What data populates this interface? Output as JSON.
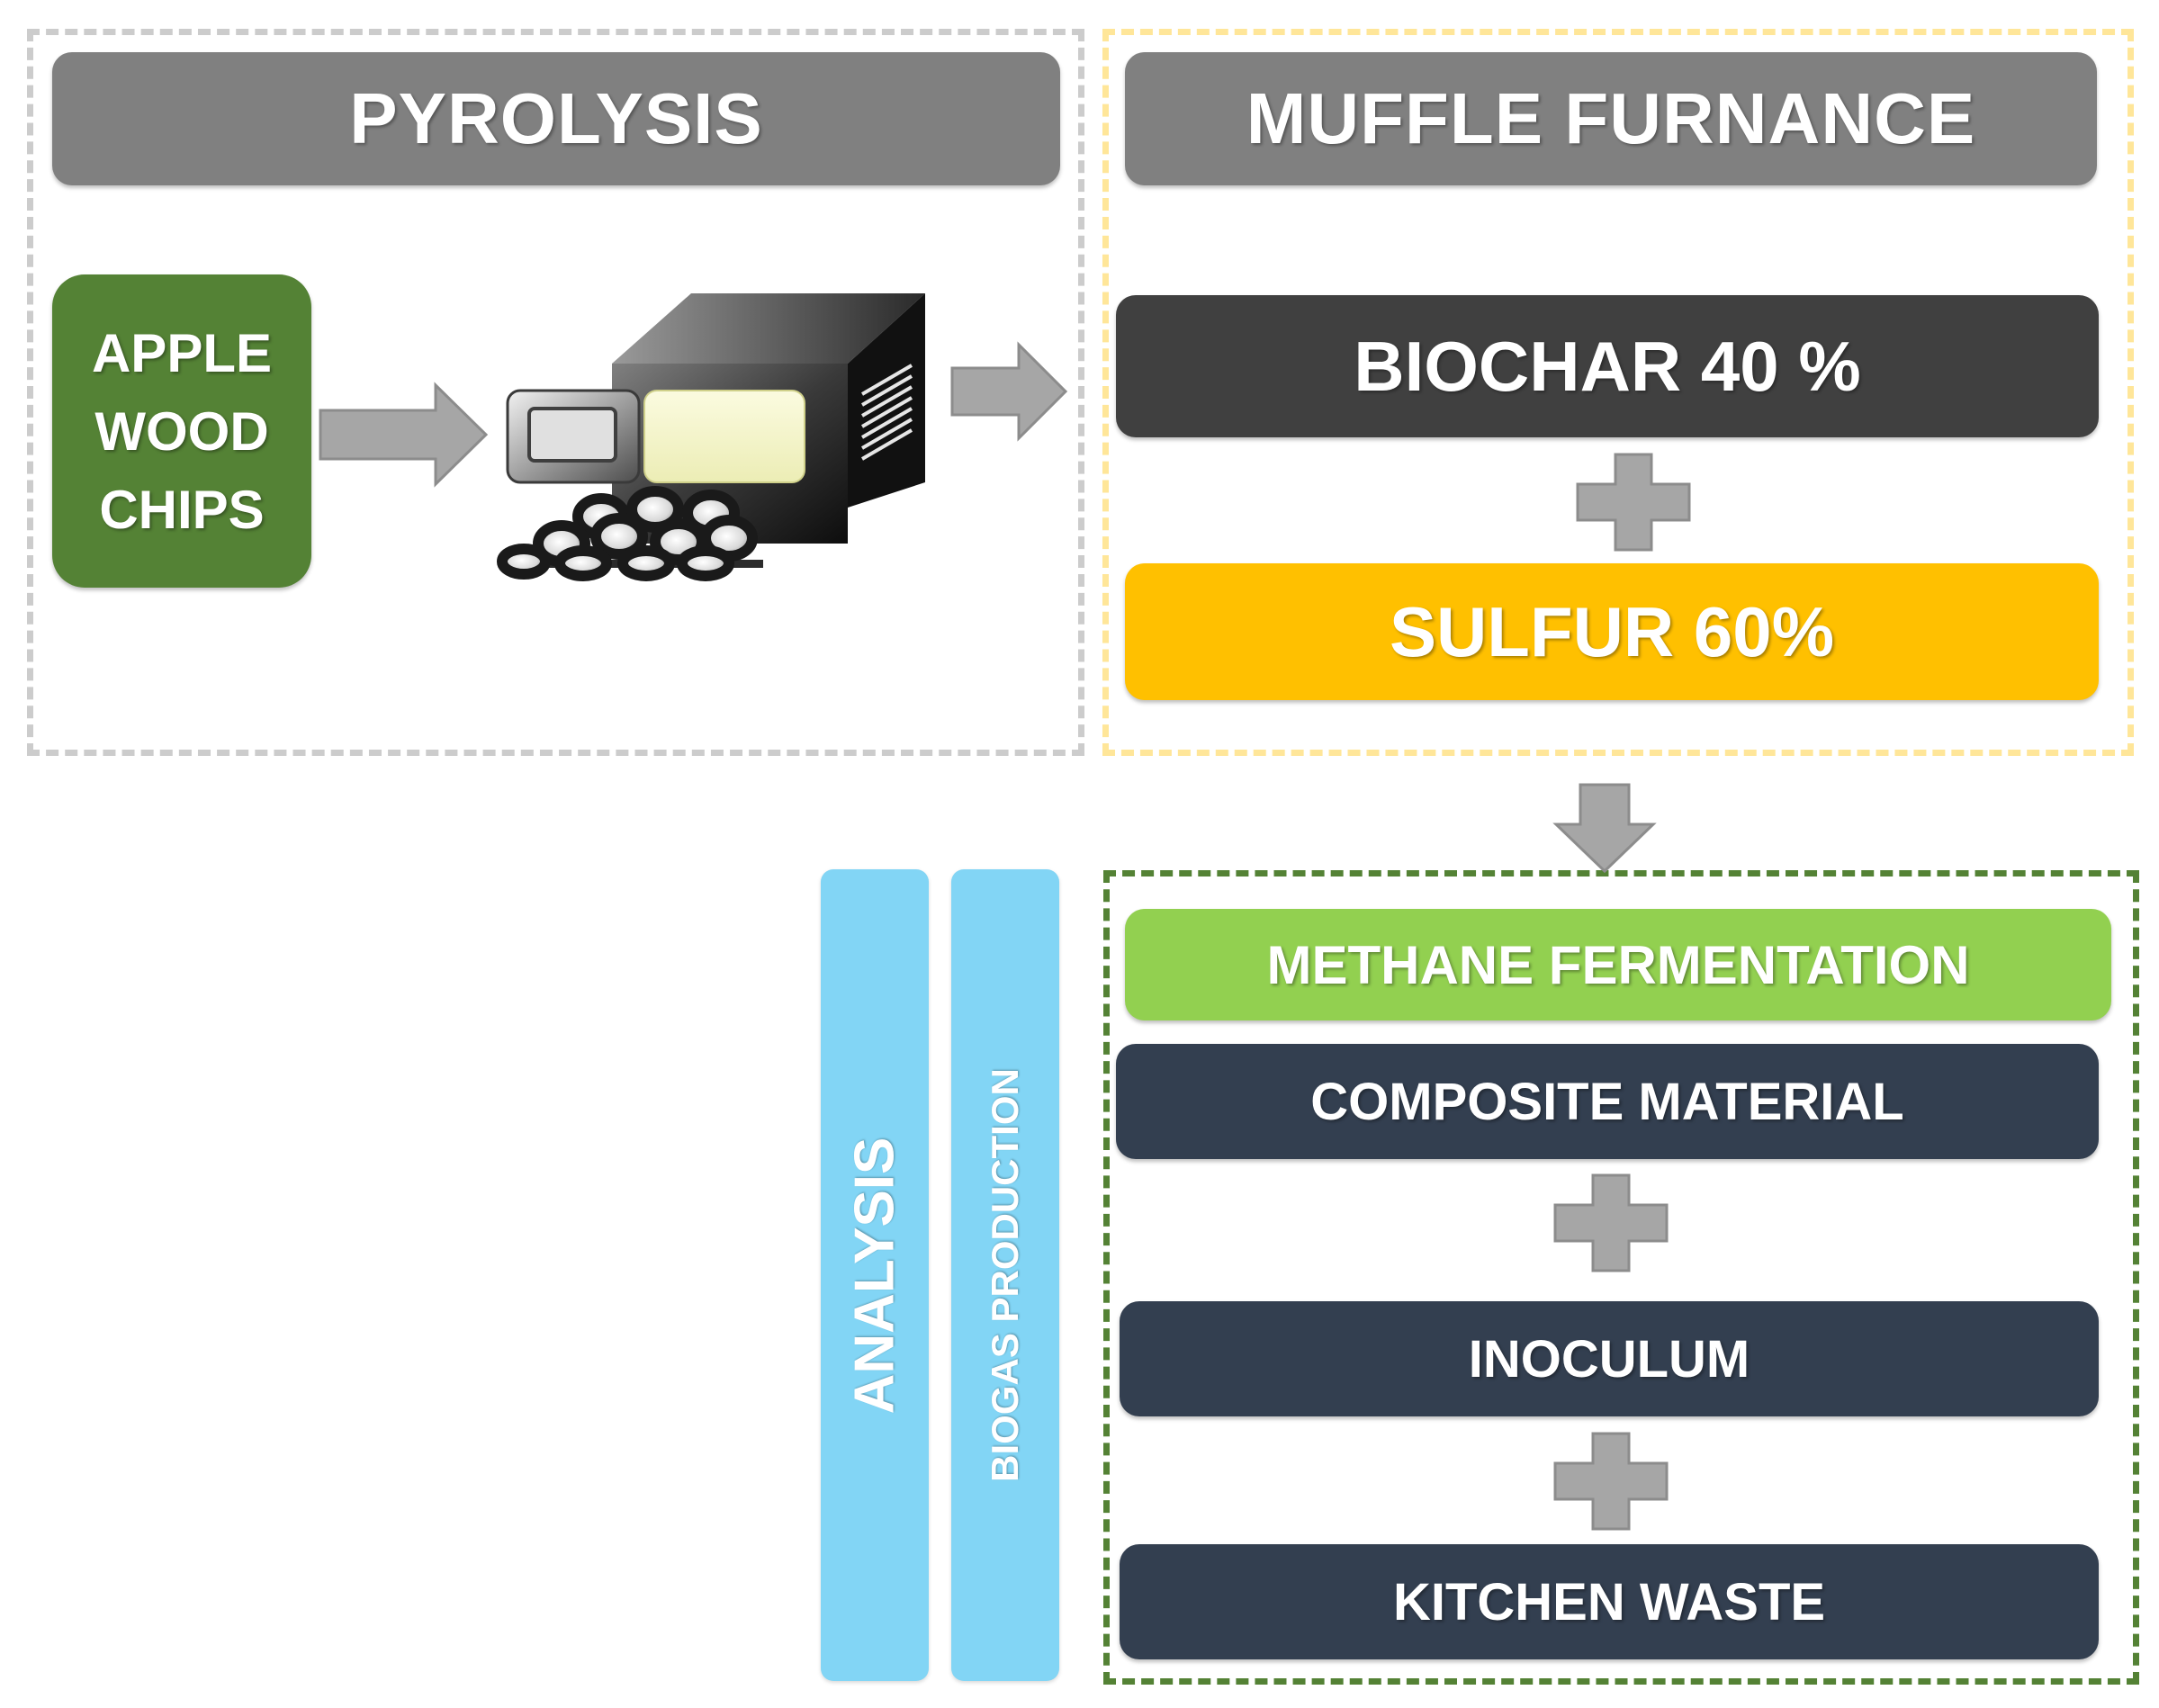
{
  "sections": {
    "pyrolysis": {
      "title": "PYROLYSIS",
      "input": "APPLE WOOD CHIPS"
    },
    "muffle": {
      "title": "MUFFLE FURNANCE",
      "biochar": "BIOCHAR 40 %",
      "sulfur": "SULFUR 60%"
    },
    "fermentation": {
      "title": "METHANE FERMENTATION",
      "composite": "COMPOSITE MATERIAL",
      "inoculum": "INOCULUM",
      "kitchen_waste": "KITCHEN WASTE"
    }
  },
  "side_labels": {
    "analysis": "ANALYSIS",
    "biogas": "BIOGAS PRODUCTION"
  },
  "colors": {
    "header_grey": "#808080",
    "input_green": "#548235",
    "biochar": "#404040",
    "sulfur": "#ffc000",
    "fermentation": "#92d050",
    "material": "#333f50",
    "side_labels": "#82d5f5",
    "arrows": "#a6a6a6"
  },
  "icons": [
    "arrow-right-icon",
    "pyrolysis-reactor-icon",
    "plus-icon",
    "arrow-down-icon"
  ]
}
